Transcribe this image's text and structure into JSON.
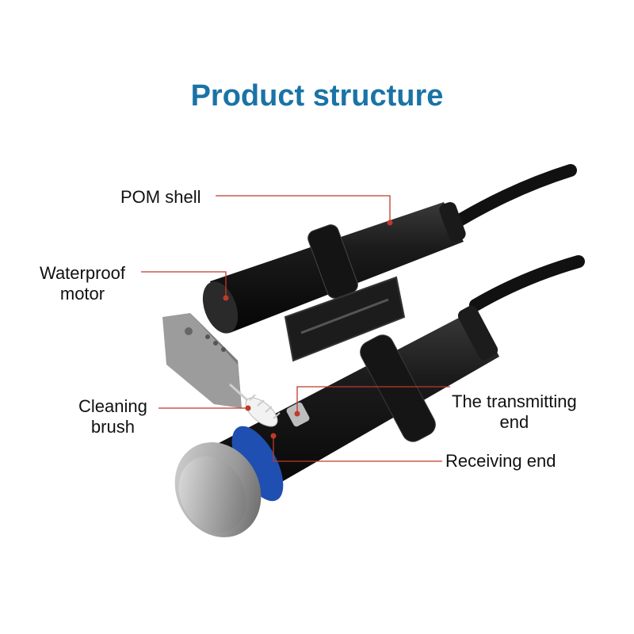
{
  "title": "Product structure",
  "labels": {
    "pom_shell": "POM shell",
    "waterproof_motor": [
      "Waterproof",
      "motor"
    ],
    "cleaning_brush": [
      "Cleaning",
      "brush"
    ],
    "transmitting_end": [
      "The transmitting",
      "end"
    ],
    "receiving_end": "Receiving end"
  },
  "colors": {
    "title": "#1a73a6",
    "leader_line": "#c0392b",
    "blue_band": "#1f4fb0"
  }
}
